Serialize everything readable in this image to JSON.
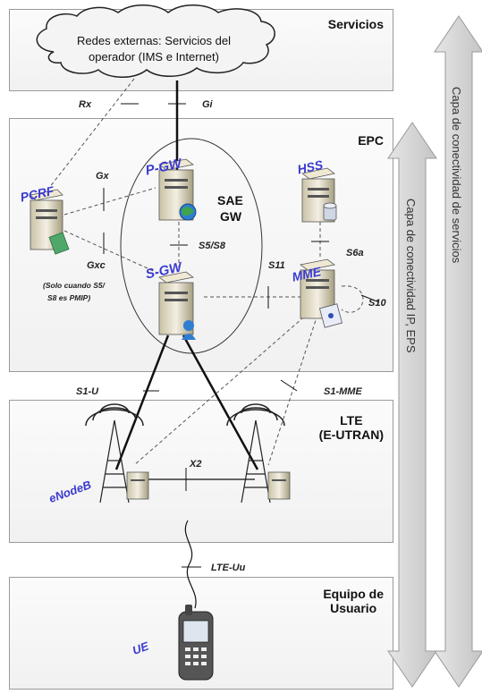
{
  "layers": {
    "servicios": "Servicios",
    "epc": "EPC",
    "lte_line1": "LTE",
    "lte_line2": "(E-UTRAN)",
    "ue_line1": "Equipo de",
    "ue_line2": "Usuario"
  },
  "cloud": {
    "line1": "Redes externas: Servicios del",
    "line2": "operador (IMS e Internet)"
  },
  "nodes": {
    "pcrf": "PCRF",
    "pgw": "P-GW",
    "sgw": "S-GW",
    "hss": "HSS",
    "mme": "MME",
    "enodeb": "eNodeB",
    "ue": "UE",
    "sae_line1": "SAE",
    "sae_line2": "GW"
  },
  "interfaces": {
    "rx": "Rx",
    "gi": "Gi",
    "gx": "Gx",
    "gxc": "Gxc",
    "s5s8": "S5/S8",
    "s11": "S11",
    "s6a": "S6a",
    "s10": "S10",
    "s1u": "S1-U",
    "s1mme": "S1-MME",
    "x2": "X2",
    "lteuu": "LTE-Uu"
  },
  "notes": {
    "gxc_line1": "(Solo cuando S5/",
    "gxc_line2": "S8 es PMIP)"
  },
  "arrows": {
    "services": "Capa de conectividad de servicios",
    "ip_eps": "Capa de conectividad IP, EPS"
  }
}
